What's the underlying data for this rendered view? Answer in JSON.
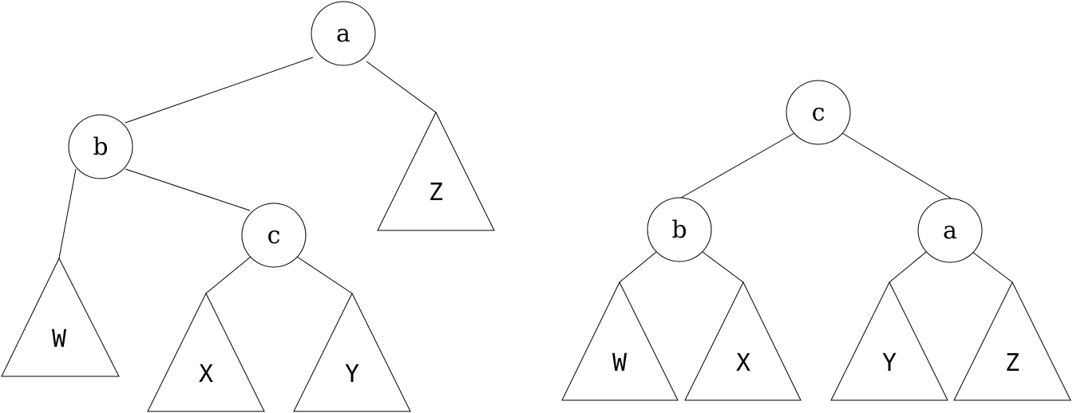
{
  "before_tree": {
    "nodes": {
      "root": "a",
      "left": "b",
      "left_right": "c"
    },
    "subtrees": {
      "w": "W",
      "x": "X",
      "y": "Y",
      "z": "Z"
    }
  },
  "after_tree": {
    "nodes": {
      "root": "c",
      "left": "b",
      "right": "a"
    },
    "subtrees": {
      "w": "W",
      "x": "X",
      "y": "Y",
      "z": "Z"
    }
  }
}
